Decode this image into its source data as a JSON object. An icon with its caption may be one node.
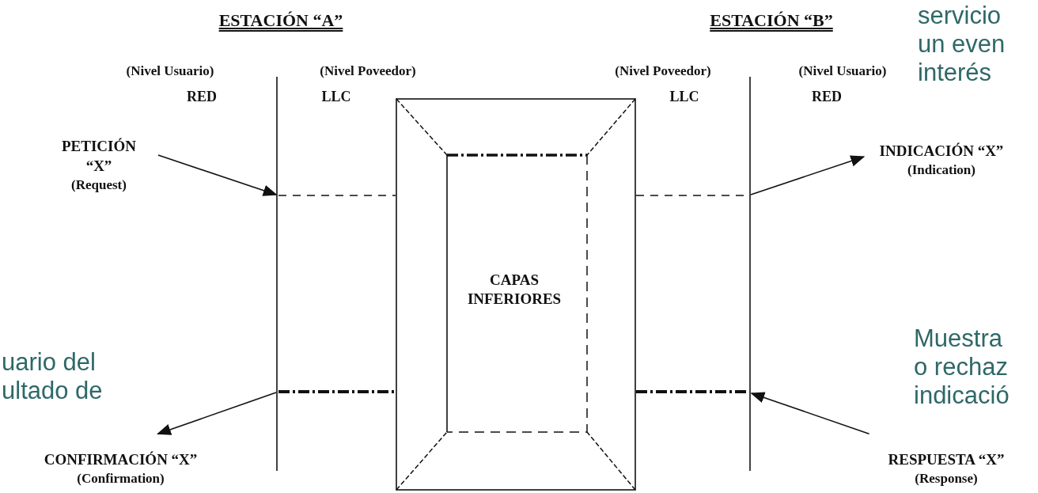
{
  "diagram": {
    "nodes": [
      {
        "text": [
          "CAPAS INFERIORES"
        ]
      },
      {
        "text": [
          "PETICIÓN “X”",
          "(Request)"
        ]
      },
      {
        "text": [
          "INDICACIÓN “X”",
          "(Indication)"
        ]
      },
      {
        "text": [
          "CONFIRMACIÓN “X”",
          "(Confirmation)"
        ]
      },
      {
        "text": [
          "RESPUESTA “X”",
          "(Response)"
        ]
      }
    ],
    "edges": [
      {
        "from": 1,
        "to": null,
        "arrow": "to"
      },
      {
        "from": null,
        "to": 2,
        "arrow": "to"
      },
      {
        "from": null,
        "to": 3,
        "arrow": "to"
      },
      {
        "from": 4,
        "to": null,
        "arrow": "to"
      }
    ],
    "labels": [
      "ESTACIÓN “A”",
      "ESTACIÓN “B”",
      "servicio un even interés",
      "(Nivel Usuario)",
      "(Nivel Poveedor)",
      "(Nivel Poveedor)",
      "(Nivel Usuario)",
      "RED",
      "LLC",
      "LLC",
      "RED",
      "Muestra o rechaz indicació",
      "uario del ultado de"
    ]
  }
}
